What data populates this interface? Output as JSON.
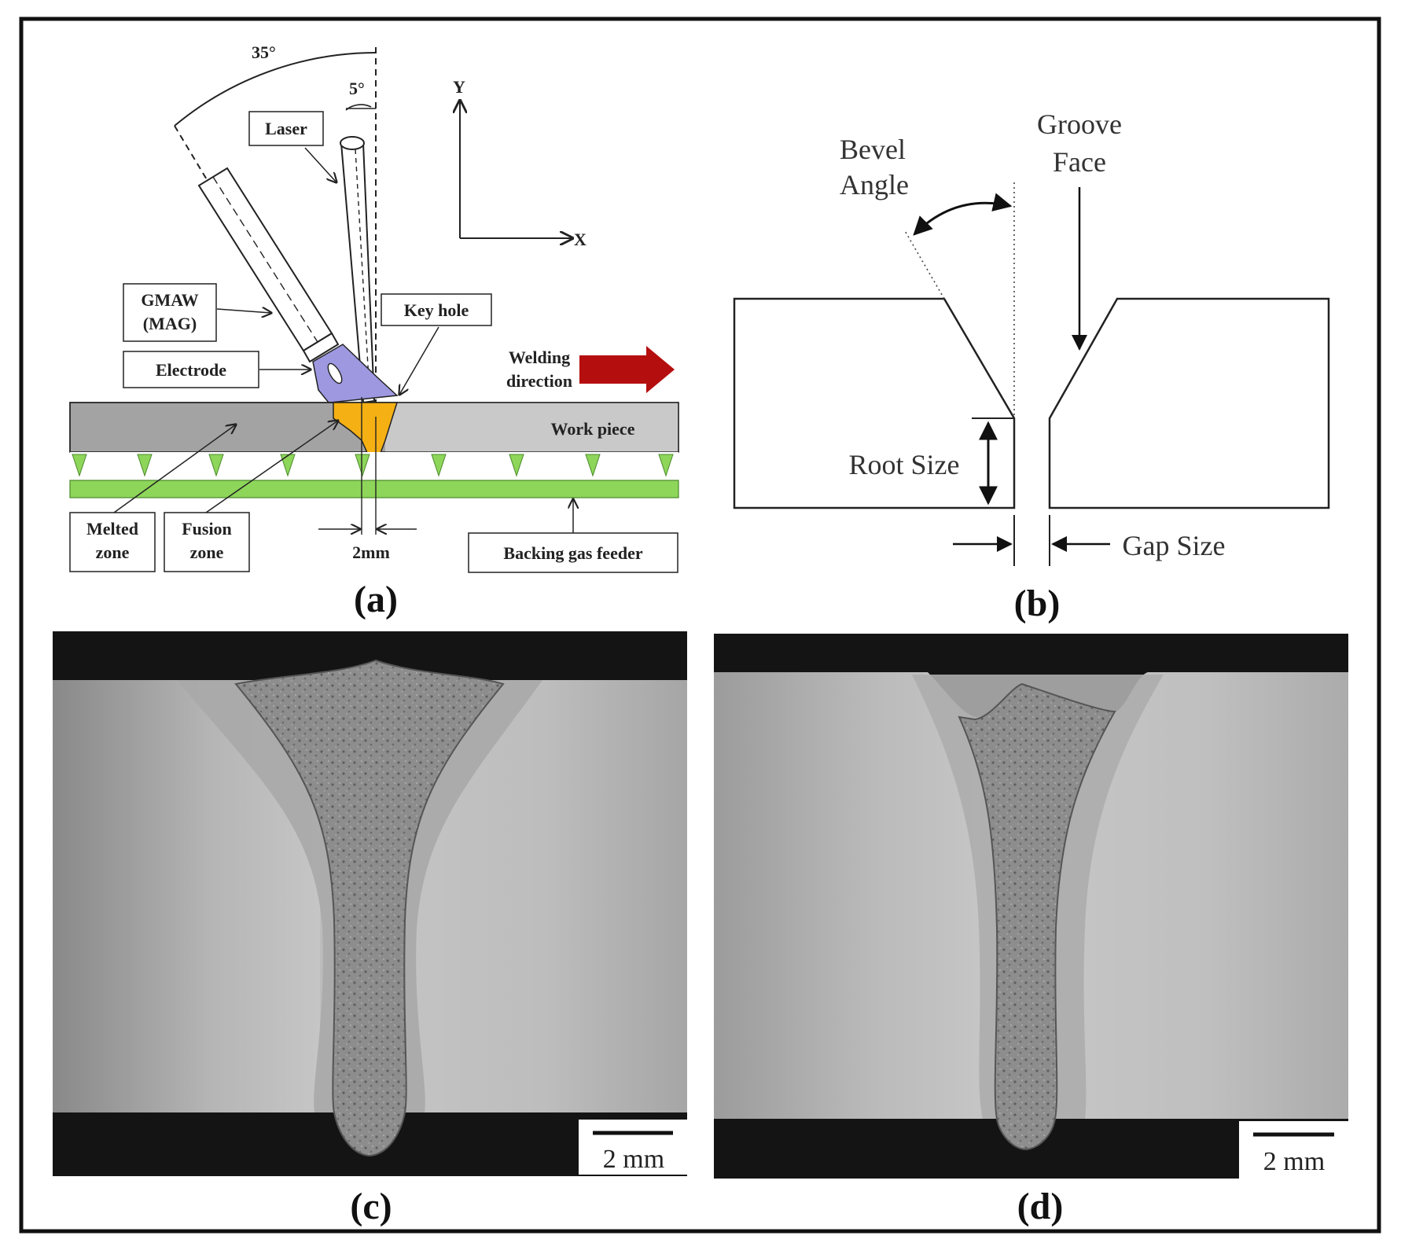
{
  "panel_a": {
    "caption": "(a)",
    "angle_35": "35°",
    "angle_5": "5°",
    "axis_y": "Y",
    "axis_x": "X",
    "laser": "Laser",
    "gmaw_line1": "GMAW",
    "gmaw_line2": "(MAG)",
    "electrode": "Electrode",
    "key_hole": "Key hole",
    "welding_line1": "Welding",
    "welding_line2": "direction",
    "work_piece": "Work piece",
    "melted_line1": "Melted",
    "melted_line2": "zone",
    "fusion_line1": "Fusion",
    "fusion_line2": "zone",
    "offset": "2mm",
    "backing_gas": "Backing gas feeder",
    "colors": {
      "arrow": "#b50e0e",
      "melt_pool": "#f5b014",
      "arc": "#9d98e0",
      "backing": "#8ed65a",
      "work_piece": "#a3a3a3"
    }
  },
  "panel_b": {
    "caption": "(b)",
    "bevel_line1": "Bevel",
    "bevel_line2": "Angle",
    "groove_line1": "Groove",
    "groove_line2": "Face",
    "root_size": "Root Size",
    "gap_size": "Gap Size"
  },
  "panel_c": {
    "caption": "(c)",
    "scale_bar": "2 mm"
  },
  "panel_d": {
    "caption": "(d)",
    "scale_bar": "2 mm"
  }
}
